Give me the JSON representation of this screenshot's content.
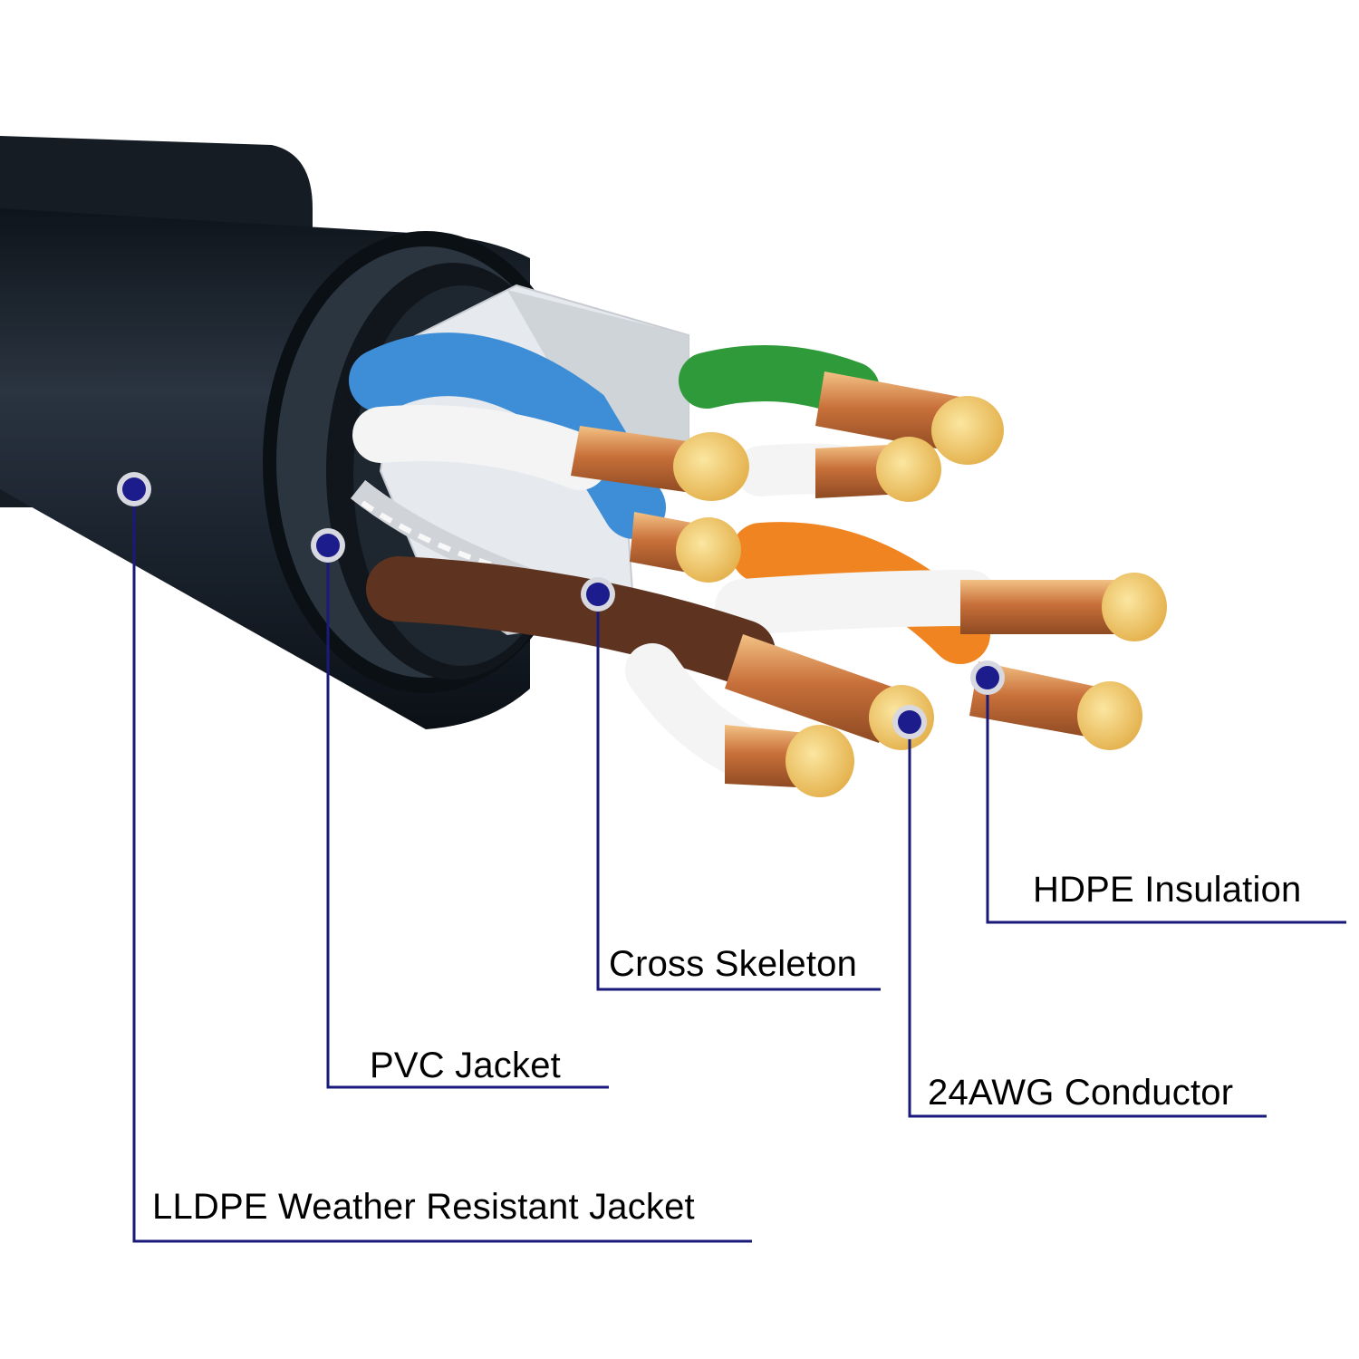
{
  "colors": {
    "leader_line": "#1a1a7a",
    "marker_fill": "#1c1c8c",
    "marker_ring": "#d8d8e0",
    "outer_jacket": "#1c2530",
    "inner_jacket": "#11161c",
    "separator": "#e3e6ea",
    "copper": "#d78a4c",
    "copper_face": "#f0c863",
    "wire_white": "#f4f4f4",
    "wire_blue": "#3d8ed6",
    "wire_green": "#2e9a3a",
    "wire_orange": "#ef8420",
    "wire_brown": "#5e3420"
  },
  "callouts": [
    {
      "id": "lldpe-jacket",
      "label": "LLDPE Weather Resistant Jacket"
    },
    {
      "id": "pvc-jacket",
      "label": "PVC Jacket"
    },
    {
      "id": "cross-skeleton",
      "label": "Cross Skeleton"
    },
    {
      "id": "conductor",
      "label": "24AWG Conductor"
    },
    {
      "id": "hdpe-insulation",
      "label": "HDPE Insulation"
    }
  ]
}
